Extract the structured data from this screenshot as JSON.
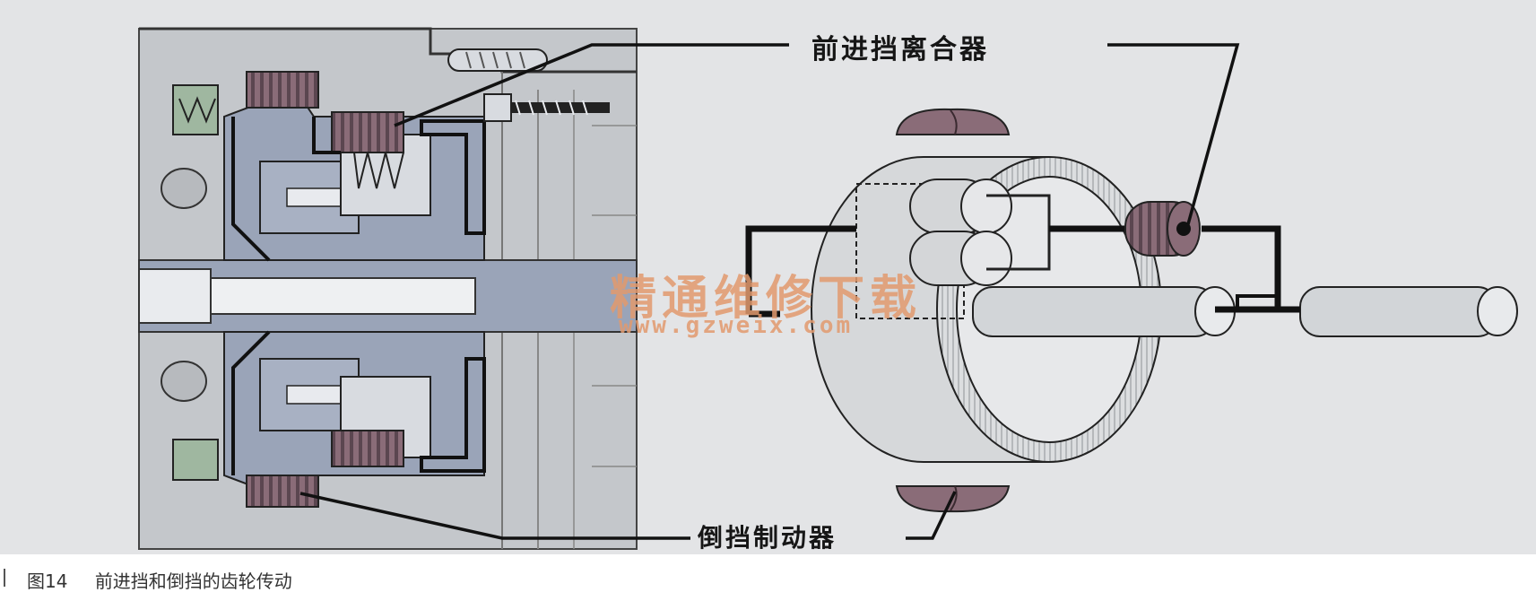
{
  "labels": {
    "forward_clutch": "前进挡离合器",
    "reverse_brake": "倒挡制动器"
  },
  "watermark": {
    "site_cn": "精通维修下载",
    "url": "www.gzweix.com"
  },
  "caption": {
    "figure_number": "图14",
    "title": "前进挡和倒挡的齿轮传动"
  },
  "colors": {
    "background": "#e3e4e6",
    "casing": "#c4c7cb",
    "part_blue": "#9aa4b8",
    "friction_plate": "#8a6c78",
    "ring_gear": "#e0e2e4",
    "shaft": "#d0d3d6",
    "outline": "#111111",
    "watermark": "#e29a6e"
  }
}
